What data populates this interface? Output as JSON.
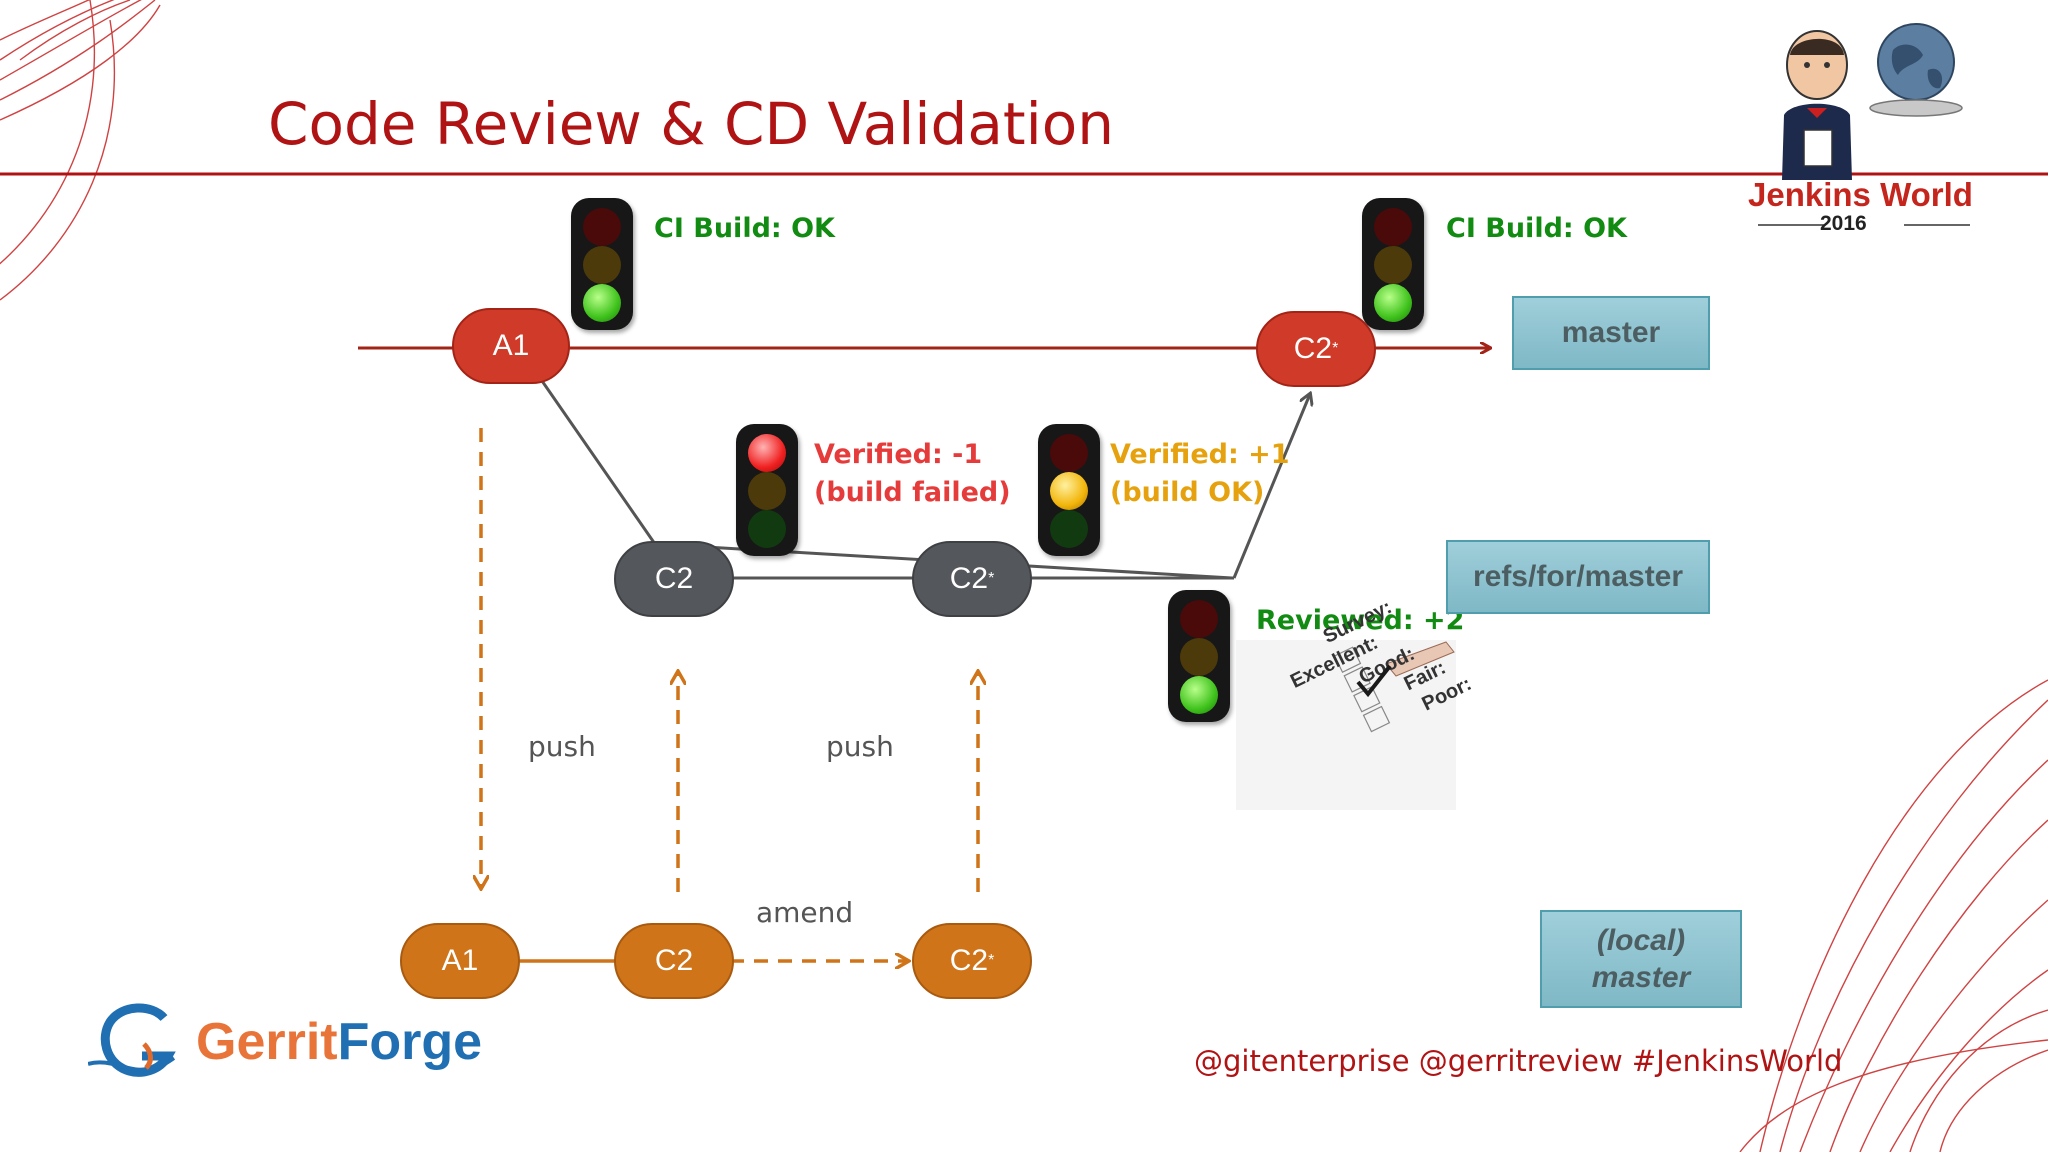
{
  "title": "Code Review & CD Validation",
  "branding": {
    "event_name": "Jenkins World",
    "event_year": "2016",
    "company_name_part1": "Gerrit",
    "company_name_part2": "Forge",
    "footer_handles": "@gitenterprise @gerritreview #JenkinsWorld"
  },
  "colors": {
    "accent_red": "#b01313",
    "commit_red": "#d03a28",
    "commit_gray": "#54575b",
    "commit_orange": "#cf7418",
    "ref_box": "#8ec4d0",
    "status_green": "#118b11",
    "status_red": "#e63b3b",
    "status_amber": "#e6a20e"
  },
  "commits": {
    "master_a1": "A1",
    "master_c2": "C2",
    "review_c2": "C2",
    "review_c2_amended": "C2",
    "local_a1": "A1",
    "local_c2": "C2",
    "local_c2_amended": "C2",
    "amended_marker": "*"
  },
  "refs": {
    "master": "master",
    "review": "refs/for/master",
    "local_line1": "(local)",
    "local_line2": "master"
  },
  "statuses": {
    "ci_build_a1": "CI Build: OK",
    "ci_build_c2": "CI Build: OK",
    "verified_fail_line1": "Verified: -1",
    "verified_fail_line2": "(build failed)",
    "verified_ok_line1": "Verified: +1",
    "verified_ok_line2": "(build OK)",
    "reviewed": "Reviewed: +2"
  },
  "traffic_lights": [
    {
      "id": "ci-a1",
      "lit": "green"
    },
    {
      "id": "verify-fail",
      "lit": "red"
    },
    {
      "id": "verify-ok",
      "lit": "amber"
    },
    {
      "id": "review",
      "lit": "green"
    },
    {
      "id": "ci-c2",
      "lit": "green"
    }
  ],
  "edge_labels": {
    "push_1": "push",
    "push_2": "push",
    "amend": "amend"
  },
  "survey_card": {
    "heading": "Survey:",
    "options": [
      "Excellent:",
      "Good:",
      "Fair:",
      "Poor:"
    ]
  },
  "icons": [
    "jenkins-butler-icon",
    "globe-icon",
    "gerritforge-logo-icon",
    "checkmark-icon",
    "pen-icon"
  ]
}
